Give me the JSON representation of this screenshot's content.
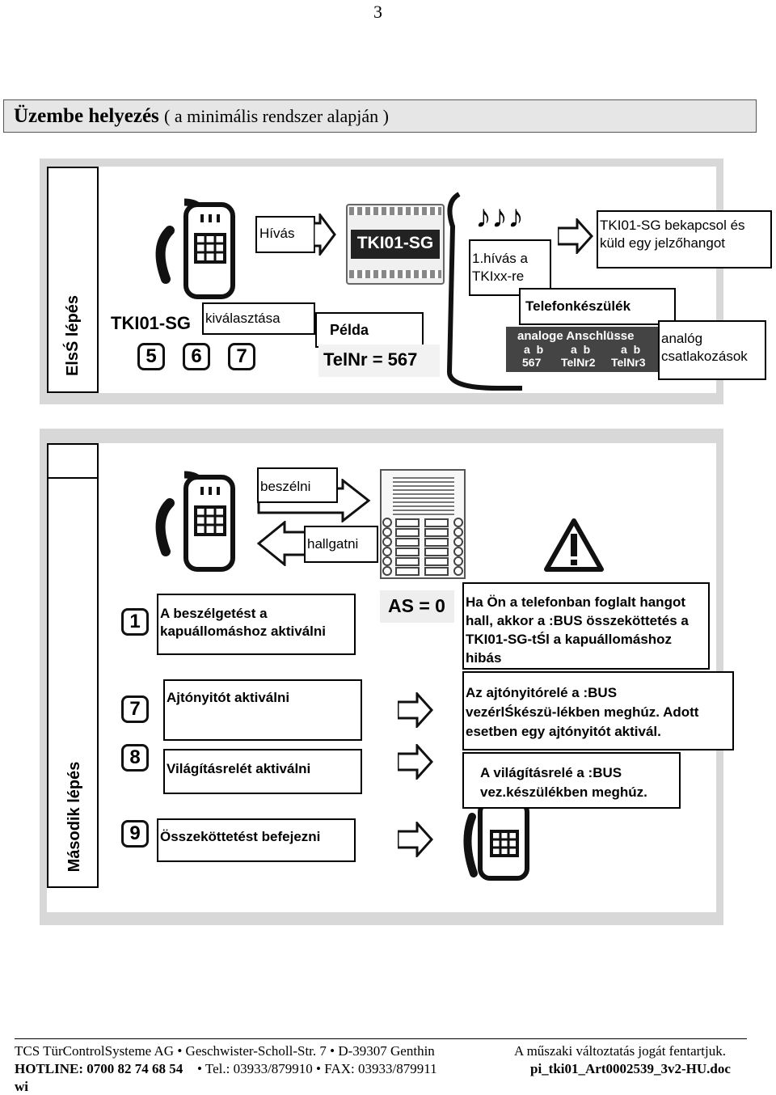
{
  "page_number": "3",
  "header": {
    "title_bold": "Üzembe helyezés",
    "title_rest": "( a minimális rendszer alapján )"
  },
  "step1": {
    "side_label": "ElsŚ lépés",
    "call_label": "Hívás",
    "device_name": "TKI01-SG",
    "select_device": "TKI01-SG",
    "select_text": "kiválasztása",
    "keys": [
      "5",
      "6",
      "7"
    ],
    "example_label": "Példa",
    "telnr": "TelNr = 567",
    "first_call": "1.hívás a TKIxx-re",
    "notice": "TKI01-SG bekapcsol és küld egy jelzőhangot",
    "phone_device": "Telefonkészülék",
    "analog_header": "analoge Anschlüsse",
    "analog_ab": [
      "a  b",
      "a  b",
      "a  b"
    ],
    "analog_ports": [
      "567",
      "TelNr2",
      "TelNr3"
    ],
    "analog_label": "analóg csatlakozások"
  },
  "step2": {
    "side_label": "Második  lépés",
    "talk": "beszélni",
    "listen": "hallgatni",
    "as_value": "AS = 0",
    "rows": [
      {
        "key": "1",
        "action": "A beszélgetést a kapuállomáshoz aktiválni"
      },
      {
        "key": "7",
        "action": "Ajtónyitót aktiválni"
      },
      {
        "key": "8",
        "action": "Világításrelét aktiválni"
      },
      {
        "key": "9",
        "action": "Összeköttetést befejezni"
      }
    ],
    "warning": "Ha Ön a telefonban foglalt hangot hall, akkor a :BUS összeköttetés a TKI01-SG-tŚl a kapuállomáshoz hibás",
    "door_result": "Az ajtónyitórelé a :BUS vezérlŚkészü-lékben meghúz. Adott esetben egy ajtónyitót aktivál.",
    "light_result": "A világításrelé a :BUS vez.készülékben meghúz."
  },
  "footer": {
    "line1_left": "TCS TürControlSysteme AG • Geschwister-Scholl-Str. 7 • D-39307 Genthin",
    "line1_right": "A műszaki változtatás jogát fentartjuk.",
    "line2_left": "HOTLINE: 0700 82 74 68 54",
    "line2_mid": "• Tel.: 03933/879910  •  FAX: 03933/879911",
    "line2_right": "pi_tki01_Art0002539_3v2-HU.doc",
    "line3": "wi"
  }
}
